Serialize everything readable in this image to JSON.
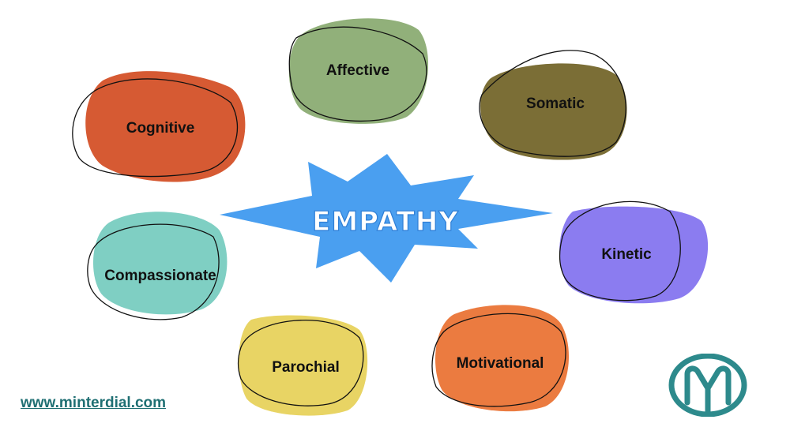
{
  "center": {
    "label": "EMPATHY",
    "color": "#4a9ff0"
  },
  "types": [
    {
      "label": "Cognitive",
      "color": "#d65a33"
    },
    {
      "label": "Affective",
      "color": "#91b07a"
    },
    {
      "label": "Somatic",
      "color": "#7b6e36"
    },
    {
      "label": "Kinetic",
      "color": "#8b7cf0"
    },
    {
      "label": "Motivational",
      "color": "#eb7b40"
    },
    {
      "label": "Parochial",
      "color": "#e8d464"
    },
    {
      "label": "Compassionate",
      "color": "#7fcfc3"
    }
  ],
  "footer": {
    "website": "www.minterdial.com"
  },
  "logo": {
    "icon": "minterdial-logo-icon",
    "color": "#2d8a8c"
  }
}
